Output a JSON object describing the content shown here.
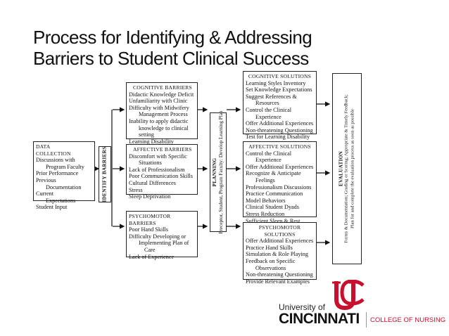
{
  "slide": {
    "title_line1": "Process for Identifying & Addressing",
    "title_line2": "Barriers to Student Clinical Success"
  },
  "data_collection": {
    "heading1": "DATA",
    "heading2": "COLLECTION",
    "items": [
      "Discussions with",
      "Program Faculty",
      "Prior Performance",
      "Previous",
      "Documentation",
      "Current",
      "Expectations",
      "Student Input"
    ]
  },
  "identify": {
    "label": "IDENTIFY BARRIERS"
  },
  "cognitive_barriers": {
    "heading": "COGNITIVE BARRIERS",
    "items": [
      "Didactic Knowledge Deficit",
      "Unfamiliarity with Clinic",
      "Difficulty with Midwifery",
      "Management Process",
      "Inability to apply didactic",
      "knowledge to clinical",
      "setting",
      "Learning Disability"
    ]
  },
  "affective_barriers": {
    "heading": "AFFECTIVE BARRIERS",
    "items": [
      "Discomfort with Specific",
      "Situations",
      "Lack of Professionalism",
      "Poor Communication Skills",
      "Cultural Differences",
      "Stress",
      "Sleep Deprivation"
    ]
  },
  "psychomotor_barriers": {
    "heading1": "PSYCHOMOTOR",
    "heading2": "BARRIERS",
    "items": [
      "Poor Hand Skills",
      "Difficulty Developing or",
      "Implementing Plan of",
      "Care",
      "Lack of Experience"
    ]
  },
  "planning": {
    "label": "PLANNING",
    "sub": "Preceptor, Student, Program Faculty:  Develop Learning Plan"
  },
  "cognitive_solutions": {
    "heading": "COGNITIVE SOLUTIONS",
    "items": [
      "Learning Styles Inventory",
      "Set Knowledge Expectations",
      "Suggest References &",
      "Resources",
      "Control the Clinical",
      "Experience",
      "Offer Additional Experiences",
      "Non-threatening Questioning",
      "Test for Learning Disability"
    ]
  },
  "affective_solutions": {
    "heading": "AFFECTIVE SOLUTIONS",
    "items": [
      "Control the Clinical",
      "Experience",
      "Offer Additional Experiences",
      "Recognize & Anticipate",
      "Feelings",
      "Professionalism Discussions",
      "Practice Communication",
      "Model Behaviors",
      "Clinical Student Dyads",
      "Stress Reduction",
      "Sufficient Sleep & Rest"
    ]
  },
  "psychomotor_solutions": {
    "heading1": "PSYCHOMOTOR",
    "heading2": "SOLUTIONS",
    "items": [
      "Offer Additional Experiences",
      "Practice Hand Skills",
      "Simulation & Role Playing",
      "Feedback on Specific",
      "Observations",
      "Non-threatening Questioning",
      "Provide Relevant Examples"
    ]
  },
  "evaluation": {
    "label": "EVALUATION",
    "line1": "Forms & Documentation; Grading or Scoring; Appropriate & Timely Feedback;",
    "line2": "Plan for and complete the evaluation process as soon as possible"
  },
  "logo": {
    "line1": "University of",
    "line2": "CINCINNATI",
    "college": "COLLEGE OF NURSING",
    "accent_color": "#c8102e"
  }
}
